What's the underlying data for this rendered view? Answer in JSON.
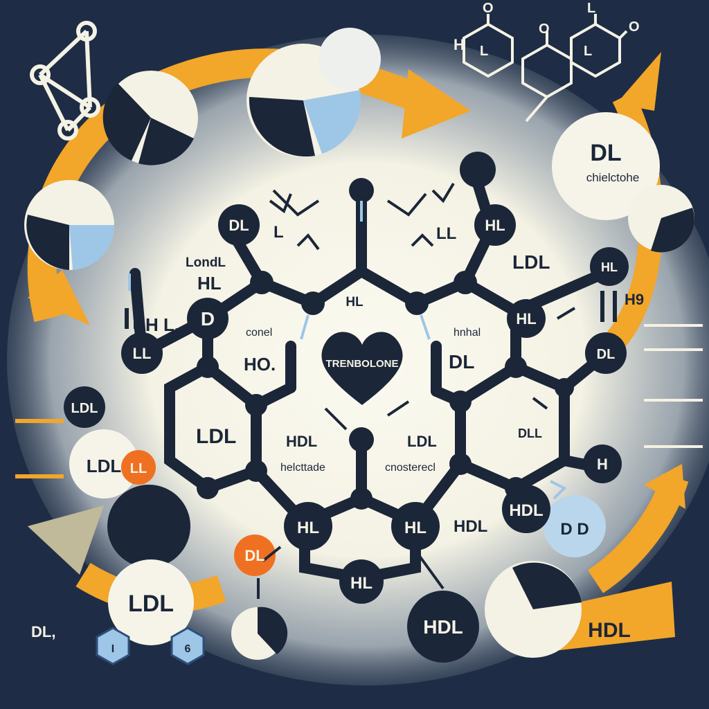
{
  "labels": {
    "formula_h": "H",
    "formula_o1": "O",
    "formula_l1": "L",
    "formula_o2": "O",
    "formula_l2": "L",
    "formula_l3": "L",
    "formula_o3": "O",
    "dl_title": "DL",
    "dl_subtitle": "chielctohe",
    "top_d": "D",
    "node_dl_left": "DL",
    "l_left": "L",
    "ll_right": "LL",
    "node_hl_top": "HL",
    "londl": "LondL",
    "hl_left": "HL",
    "ldl_right": "LDL",
    "node_hl_right": "HL",
    "h9": "H9",
    "node_d": "D",
    "h_l": "H L,",
    "node_ll_left": "LL",
    "hl_center": "HL",
    "node_hl_right2": "HL",
    "conel": "conel",
    "hnhal": "hnhal",
    "ho": "HO.",
    "heart": "TRENBOLONE",
    "dl_center": "DL",
    "node_dl_right": "DL",
    "node_ldl_left": "LDL",
    "ldl_ring": "LDL",
    "hdl_ring": "HDL",
    "helcttade": "helcttade",
    "ldl_ring2": "LDL",
    "cnosterecl": "cnosterecl",
    "dll": "DLL",
    "ldl_left": "LDL",
    "ll_orange": "LL",
    "node_h": "H",
    "node_hl_1": "HL",
    "node_hl_2": "HL",
    "hdl_mid": "HDL",
    "node_hdl_right": "HDL",
    "dd": "D D",
    "dl_orange": "DL",
    "node_hl_bottom": "HL",
    "ldl_bottom": "LDL",
    "hdl_bottom": "HDL",
    "hdl_banner": "HDL",
    "dl5": "DL,",
    "hex1": "I",
    "hex2": "6"
  },
  "colors": {
    "background": "#1e2d45",
    "accent_orange": "#f2a62a",
    "node_dark": "#1b2638",
    "light_blue": "#9ec6e6",
    "orange_node": "#f07022",
    "cream": "#f4f2e4"
  }
}
